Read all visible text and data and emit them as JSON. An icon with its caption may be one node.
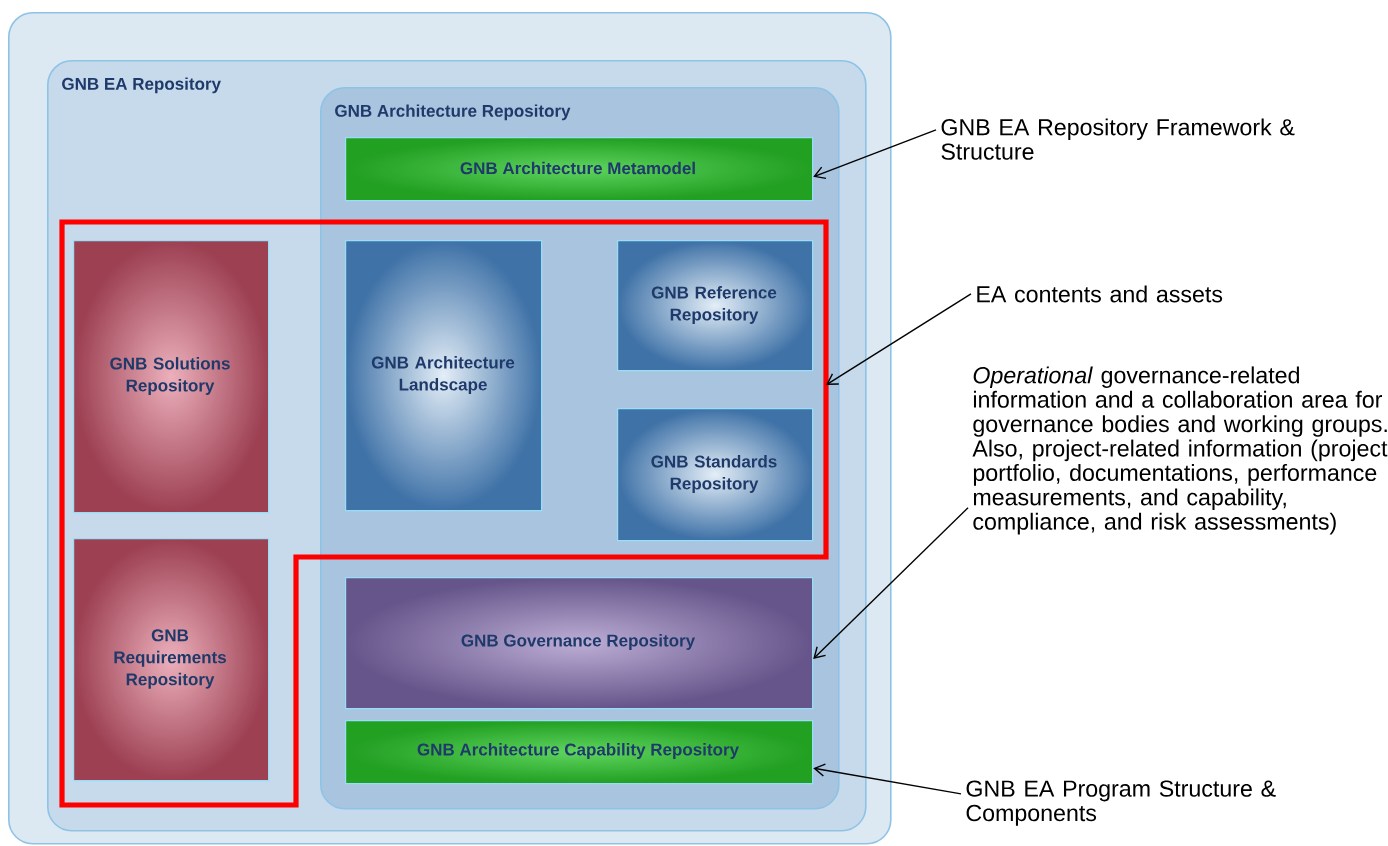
{
  "diagram": {
    "nodes": [
      {
        "text": [],
        "shape": "box"
      },
      {
        "text": [
          "GNB EA Repository"
        ],
        "in": 0
      },
      {
        "text": [
          "GNB Architecture Repository"
        ],
        "in": 1
      },
      {
        "text": [
          "GNB Architecture Metamodel"
        ],
        "in": 2
      },
      {
        "text": [],
        "shape": "box",
        "in": 1
      },
      {
        "text": [
          "GNB Solutions Repository"
        ],
        "in": 4
      },
      {
        "text": [
          "GNB Architecture Landscape"
        ]
      },
      {
        "text": [
          "GNB Reference Repository"
        ]
      },
      {
        "text": [
          "GNB Standards Repository"
        ]
      },
      {
        "text": [
          "GNB Requirements Repository"
        ],
        "in": 4
      },
      {
        "text": [
          "GNB Governance Repository"
        ],
        "in": 2
      },
      {
        "text": [
          "GNB Architecture Capability Repository"
        ],
        "in": 2
      },
      {
        "text": [
          "GNB EA Repository Framework & Structure"
        ]
      },
      {
        "text": [
          "EA contents and assets"
        ]
      },
      {
        "text": [
          "*Operational* governance-related information and a collaboration area for governance bodies and working groups.",
          "Also, project-related information (project portfolio, documentations, performance measurements, and capability, compliance, and risk assessments)"
        ]
      },
      {
        "text": [
          "GNB EA Program Structure & Components"
        ]
      }
    ],
    "edges": [
      {
        "from": 12,
        "to": 3,
        "arrow": "to"
      },
      {
        "from": 13,
        "to": 4,
        "arrow": "to"
      },
      {
        "from": 14,
        "to": 10,
        "arrow": "to"
      },
      {
        "from": 15,
        "to": 11,
        "arrow": "to"
      }
    ]
  }
}
